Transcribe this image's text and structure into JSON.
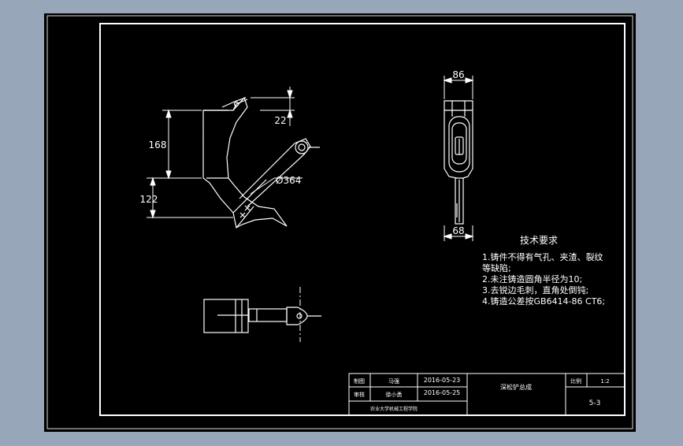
{
  "colors": {
    "viewport_bg": "#97a7b9",
    "sheet_bg": "#000000",
    "line": "#ffffff",
    "dim_text": "#ffffff"
  },
  "dimensions": {
    "d168": "168",
    "d122": "122",
    "d22": "22",
    "d364": "Ø364",
    "d86": "86",
    "d68": "68"
  },
  "tech_req": {
    "title": "技术要求",
    "lines": [
      "1.铸件不得有气孔、夹渣、裂纹",
      "等缺陷;",
      "2.未注铸造圆角半径为10;",
      "3.去锐边毛刺，直角处倒钝;",
      "4.铸造公差按GB6414-86 CT6;"
    ]
  },
  "title_block": {
    "label_draw": "制图",
    "name_draw": "马强",
    "date_draw": "2016-05-23",
    "label_check": "审核",
    "name_check": "徐小勇",
    "date_check": "2016-05-25",
    "part_name": "深松铲总成",
    "label_ratio": "比例",
    "ratio": "1:2",
    "drawing_no": "5-3",
    "school": "农业大学机械工程学院"
  }
}
